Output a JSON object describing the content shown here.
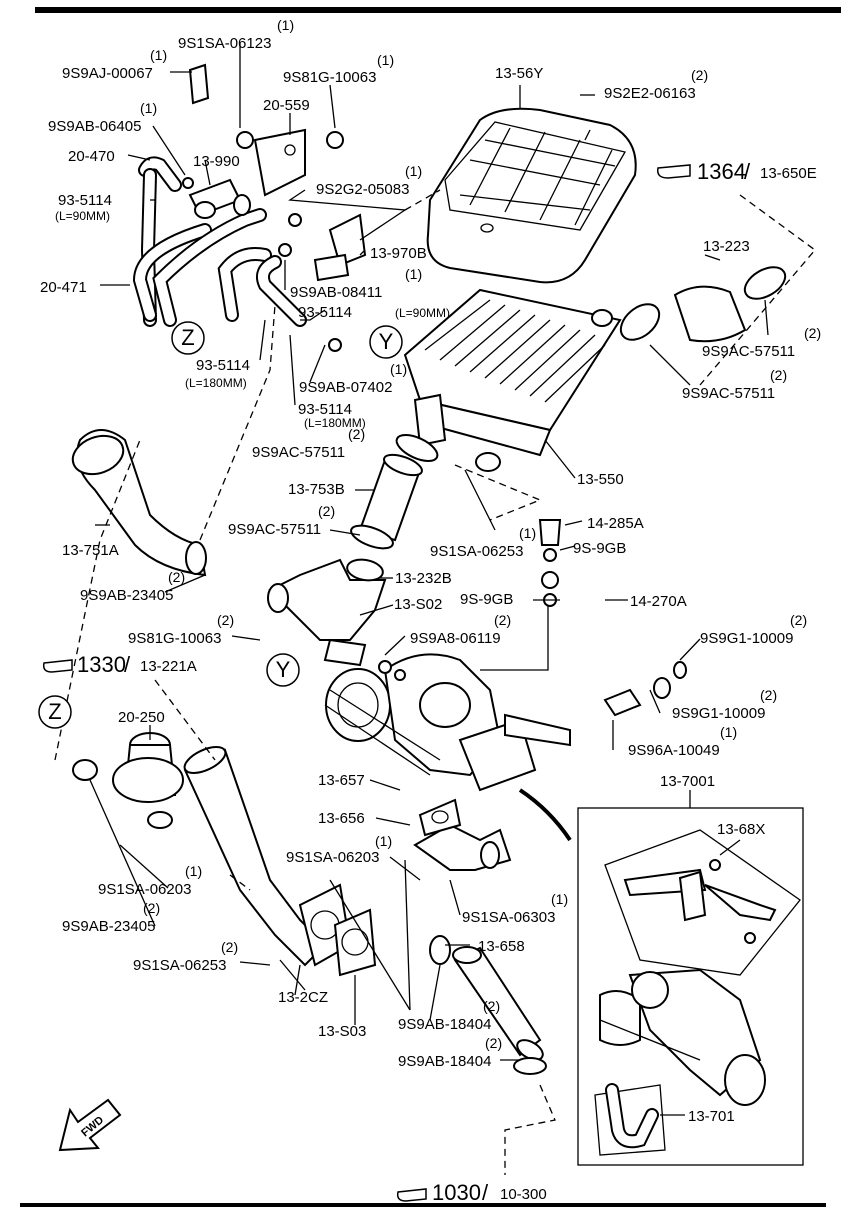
{
  "diagram": {
    "labels": [
      {
        "id": "l1",
        "code": "9S1SA-06123",
        "qty": "(1)"
      },
      {
        "id": "l2",
        "code": "9S9AJ-00067",
        "qty": "(1)"
      },
      {
        "id": "l3",
        "code": "9S81G-10063",
        "qty": "(1)"
      },
      {
        "id": "l4",
        "code": "13-56Y",
        "qty": ""
      },
      {
        "id": "l5",
        "code": "9S2E2-06163",
        "qty": "(2)"
      },
      {
        "id": "l6",
        "code": "20-559",
        "qty": ""
      },
      {
        "id": "l7",
        "code": "9S9AB-06405",
        "qty": "(1)"
      },
      {
        "id": "l8",
        "code": "20-470",
        "qty": ""
      },
      {
        "id": "l9",
        "code": "13-990",
        "qty": ""
      },
      {
        "id": "l10",
        "code": "9S2G2-05083",
        "qty": "(1)"
      },
      {
        "id": "l11",
        "code": "93-5114",
        "qty": "(L=90MM)"
      },
      {
        "id": "l12",
        "code": "13-970B",
        "qty": ""
      },
      {
        "id": "l13",
        "code": "20-471",
        "qty": ""
      },
      {
        "id": "l14",
        "code": "9S9AB-08411",
        "qty": "(1)"
      },
      {
        "id": "l15",
        "code": "93-5114",
        "qty": "(L=90MM)"
      },
      {
        "id": "l16",
        "code": "93-5114",
        "qty": "(L=180MM)"
      },
      {
        "id": "l17",
        "code": "9S9AB-07402",
        "qty": "(1)"
      },
      {
        "id": "l18",
        "code": "93-5114",
        "qty": "(L=180MM)"
      },
      {
        "id": "l19",
        "code": "13-223",
        "qty": ""
      },
      {
        "id": "l20",
        "code": "9S9AC-57511",
        "qty": "(2)"
      },
      {
        "id": "l21",
        "code": "9S9AC-57511",
        "qty": "(2)"
      },
      {
        "id": "l22",
        "code": "9S9AC-57511",
        "qty": "(2)"
      },
      {
        "id": "l23",
        "code": "13-550",
        "qty": ""
      },
      {
        "id": "l24",
        "code": "13-753B",
        "qty": ""
      },
      {
        "id": "l25",
        "code": "13-751A",
        "qty": ""
      },
      {
        "id": "l26",
        "code": "9S9AC-57511",
        "qty": "(2)"
      },
      {
        "id": "l27",
        "code": "9S1SA-06253",
        "qty": "(1)"
      },
      {
        "id": "l28",
        "code": "14-285A",
        "qty": ""
      },
      {
        "id": "l29",
        "code": "9S-9GB",
        "qty": ""
      },
      {
        "id": "l30",
        "code": "9S9AB-23405",
        "qty": "(2)"
      },
      {
        "id": "l31",
        "code": "13-232B",
        "qty": ""
      },
      {
        "id": "l32",
        "code": "13-S02",
        "qty": ""
      },
      {
        "id": "l33",
        "code": "9S-9GB",
        "qty": ""
      },
      {
        "id": "l34",
        "code": "14-270A",
        "qty": ""
      },
      {
        "id": "l35",
        "code": "9S81G-10063",
        "qty": "(2)"
      },
      {
        "id": "l36",
        "code": "9S9A8-06119",
        "qty": "(2)"
      },
      {
        "id": "l37",
        "code": "9S9G1-10009",
        "qty": "(2)"
      },
      {
        "id": "l38",
        "code": "9S9G1-10009",
        "qty": "(2)"
      },
      {
        "id": "l39",
        "code": "9S96A-10049",
        "qty": "(1)"
      },
      {
        "id": "l40",
        "code": "20-250",
        "qty": ""
      },
      {
        "id": "l41",
        "code": "13-657",
        "qty": ""
      },
      {
        "id": "l42",
        "code": "13-7001",
        "qty": ""
      },
      {
        "id": "l43",
        "code": "13-656",
        "qty": ""
      },
      {
        "id": "l44",
        "code": "13-68X",
        "qty": ""
      },
      {
        "id": "l45",
        "code": "9S1SA-06203",
        "qty": "(1)"
      },
      {
        "id": "l46",
        "code": "9S1SA-06203",
        "qty": "(1)"
      },
      {
        "id": "l47",
        "code": "9S1SA-06303",
        "qty": "(1)"
      },
      {
        "id": "l48",
        "code": "9S9AB-23405",
        "qty": "(2)"
      },
      {
        "id": "l49",
        "code": "13-658",
        "qty": ""
      },
      {
        "id": "l50",
        "code": "9S1SA-06253",
        "qty": "(2)"
      },
      {
        "id": "l51",
        "code": "13-2CZ",
        "qty": ""
      },
      {
        "id": "l52",
        "code": "9S9AB-18404",
        "qty": "(2)"
      },
      {
        "id": "l53",
        "code": "13-S03",
        "qty": ""
      },
      {
        "id": "l54",
        "code": "9S9AB-18404",
        "qty": "(2)"
      },
      {
        "id": "l55",
        "code": "13-701",
        "qty": ""
      }
    ],
    "references": [
      {
        "id": "r1",
        "main": "1364",
        "sub": "13-650E"
      },
      {
        "id": "r2",
        "main": "1330",
        "sub": "13-221A"
      },
      {
        "id": "r3",
        "main": "1030",
        "sub": "10-300"
      }
    ],
    "markers": {
      "z": "Z",
      "y": "Y"
    },
    "fwd": "FWD"
  }
}
